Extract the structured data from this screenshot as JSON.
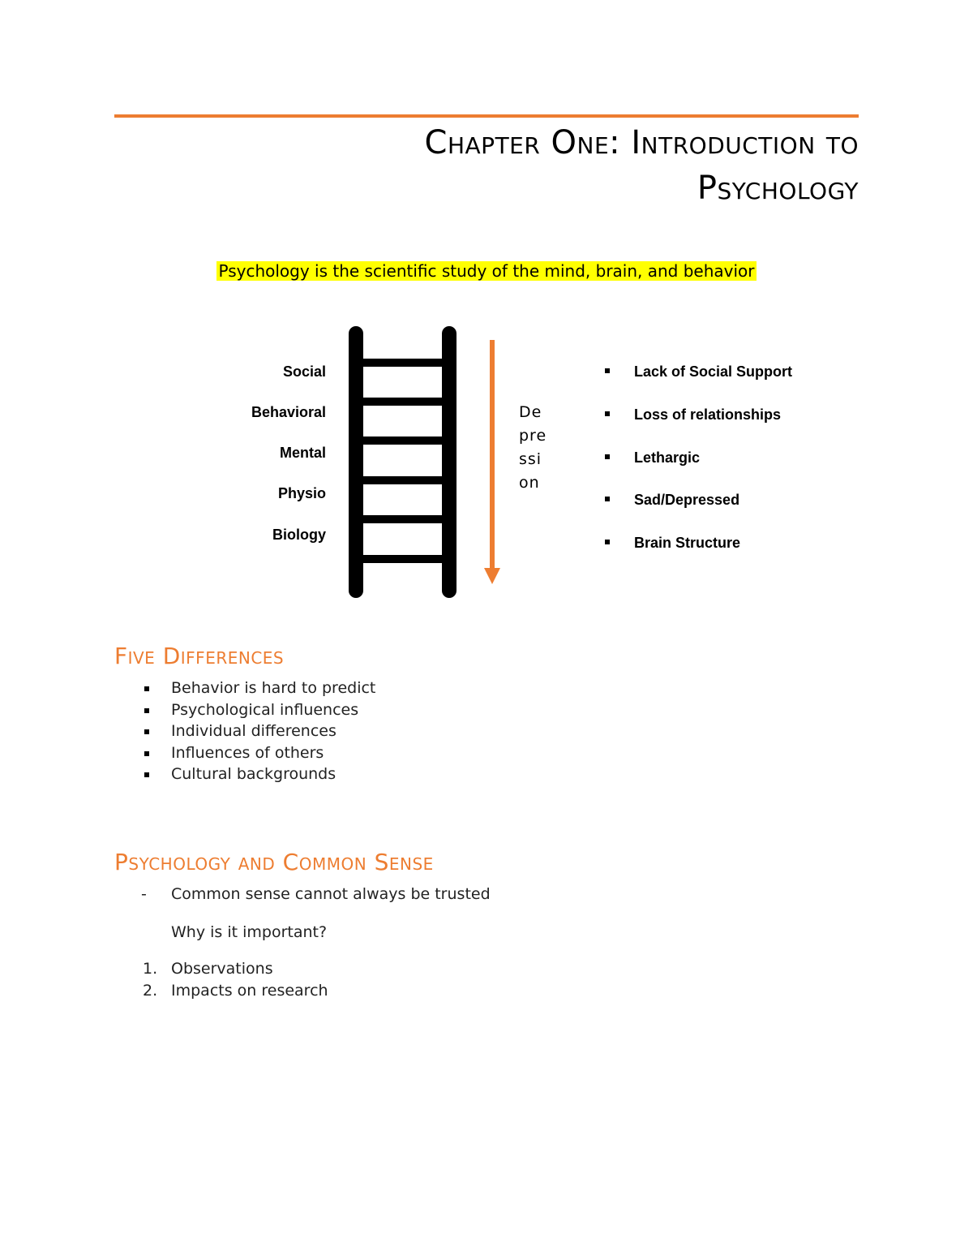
{
  "header": {
    "title_line1": "Chapter One: Introduction to",
    "title_line2": "Psychology",
    "accent_color": "#ED7D31"
  },
  "definition": {
    "text": "Psychology is the scientific study of the mind, brain, and behavior",
    "highlight_color": "#FFFF00"
  },
  "diagram": {
    "ladder_labels": [
      "Social",
      "Behavioral",
      "Mental",
      "Physio",
      "Biology"
    ],
    "rung_count": 6,
    "arrow_label_lines": [
      "De",
      "pre",
      "ssi",
      "on"
    ],
    "arrow_direction": "down",
    "arrow_color": "#ED7D31",
    "symptoms": [
      "Lack of Social Support",
      "Loss of relationships",
      "Lethargic",
      "Sad/Depressed",
      "Brain Structure"
    ]
  },
  "five_differences": {
    "heading": "Five Differences",
    "items": [
      "Behavior is hard to predict",
      "Psychological influences",
      "Individual differences",
      "Influences of others",
      "Cultural backgrounds"
    ]
  },
  "common_sense": {
    "heading": "Psychology and Common Sense",
    "dash_item": "Common sense cannot always be trusted",
    "question": "Why is it important?",
    "numbered_items": [
      {
        "num": "1.",
        "text": "Observations"
      },
      {
        "num": "2.",
        "text": "Impacts on research"
      }
    ]
  }
}
